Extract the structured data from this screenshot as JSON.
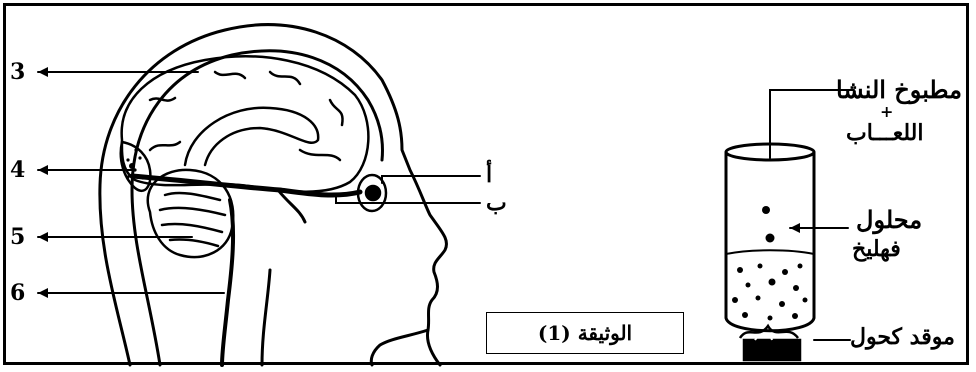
{
  "brain_labels": {
    "n3": "3",
    "n4": "4",
    "n5": "5",
    "n6": "6",
    "a": "أ",
    "b": "ب"
  },
  "apparatus_labels": {
    "starch_top": "مطبوخ النشا",
    "saliva": "اللعـــاب",
    "plus": "+",
    "lugol_1": "محلول",
    "lugol_2": "فهليخ",
    "burner": "موقد كحول"
  },
  "caption": "الوثيقة (1)"
}
